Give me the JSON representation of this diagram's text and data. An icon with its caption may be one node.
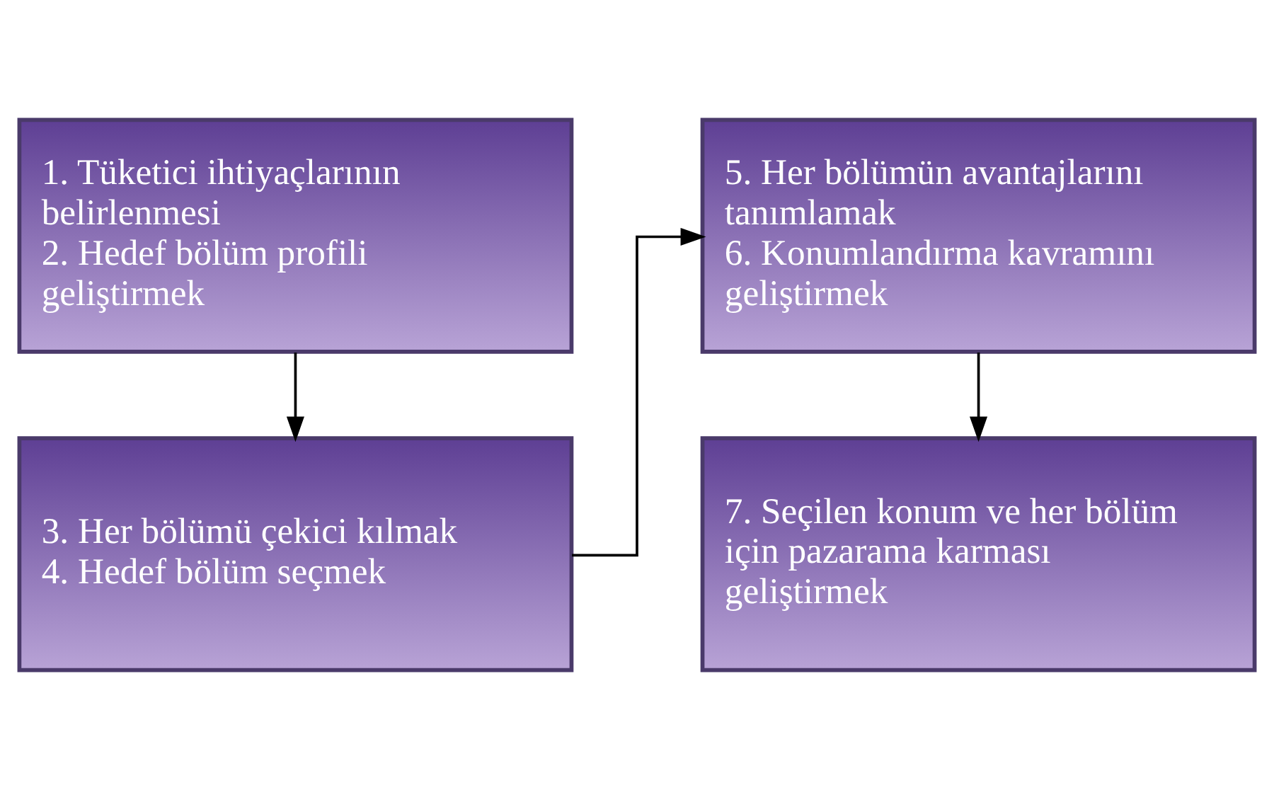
{
  "diagram": {
    "nodes": [
      {
        "text": [
          "1. Tüketici ihtiyaçlarının belirlenmesi",
          "2. Hedef bölüm profili geliştirmek"
        ]
      },
      {
        "text": [
          "3. Her bölümü çekici kılmak",
          "4. Hedef bölüm seçmek"
        ]
      },
      {
        "text": [
          "5. Her bölümün avantajlarını tanımlamak",
          "6. Konumlandırma kavramını geliştirmek"
        ]
      },
      {
        "text": [
          "7. Seçilen konum ve her bölüm için pazarama karması geliştirmek"
        ]
      }
    ],
    "edges": [
      {
        "from": 0,
        "to": 1,
        "arrow": "to"
      },
      {
        "from": 1,
        "to": 2,
        "arrow": "to"
      },
      {
        "from": 2,
        "to": 3,
        "arrow": "to"
      }
    ]
  }
}
